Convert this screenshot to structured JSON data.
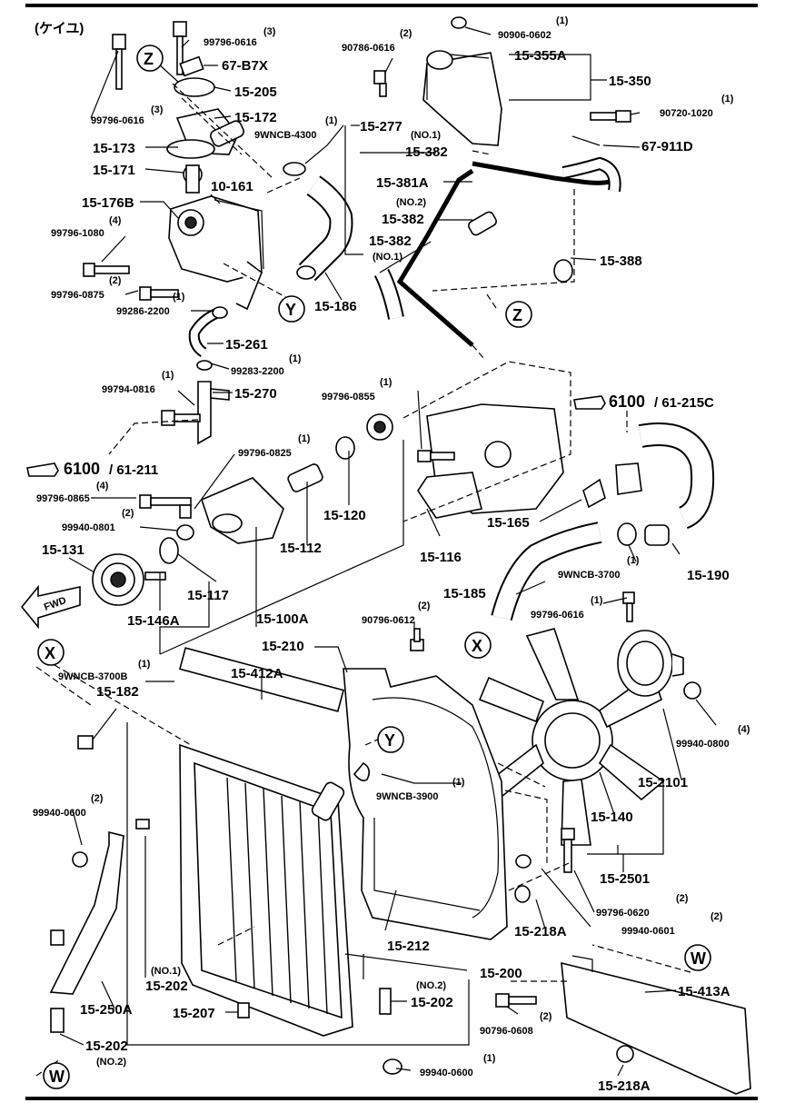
{
  "header_note": "(ケイユ)",
  "circle_refs": {
    "z": "Z",
    "y": "Y",
    "x": "X",
    "w": "W"
  },
  "refs": {
    "ref_6100_left": {
      "main": "6100",
      "sub": "/ 61-211"
    },
    "ref_6100_right": {
      "main": "6100",
      "sub": "/ 61-215C"
    }
  },
  "direction_arrow": "FWD",
  "labels": {
    "p01": "(3)",
    "p02": "99796-0616",
    "p03": "67-B7X",
    "p04": "15-205",
    "p05": "(3)",
    "p06": "99796-0616",
    "p07": "15-172",
    "p08": "15-173",
    "p09": "15-171",
    "p10": "15-176B",
    "p11": "10-161",
    "p12": "(4)",
    "p13": "99796-1080",
    "p14": "(2)",
    "p15": "99796-0875",
    "p16": "(1)",
    "p17": "99286-2200",
    "p18": "15-261",
    "p19": "(1)",
    "p20": "99283-2200",
    "p21": "(1)",
    "p22": "99794-0816",
    "p23": "15-270",
    "p24": "(2)",
    "p25": "90786-0616",
    "p26": "(1)",
    "p27": "90906-0602",
    "p28": "15-355A",
    "p29": "15-350",
    "p30": "(1)",
    "p31": "90720-1020",
    "p32": "67-911D",
    "p33": "(1)",
    "p34": "9WNCB-4300",
    "p35": "15-277",
    "p36": "(NO.1)",
    "p37": "15-382",
    "p38": "15-381A",
    "p39": "(NO.2)",
    "p40": "15-382",
    "p41": "15-382",
    "p42": "(NO.1)",
    "p43": "15-388",
    "p44": "15-186",
    "p45": "(1)",
    "p46": "99796-0825",
    "p47": "(4)",
    "p48": "99796-0865",
    "p49": "(2)",
    "p50": "99940-0801",
    "p51": "15-131",
    "p52": "15-146A",
    "p53": "15-117",
    "p54": "15-112",
    "p55": "15-120",
    "p56": "15-100A",
    "p57": "(1)",
    "p58": "99796-0855",
    "p59": "15-116",
    "p60": "15-165",
    "p61": "15-185",
    "p62": "(1)",
    "p63": "9WNCB-3700",
    "p64": "15-190",
    "p65": "(1)",
    "p66": "99796-0616",
    "p67": "(2)",
    "p68": "90796-0612",
    "p69": "15-210",
    "p70": "15-412A",
    "p71": "(1)",
    "p72": "9WNCB-3700B",
    "p73": "15-182",
    "p74": "(1)",
    "p75": "9WNCB-3900",
    "p76": "(4)",
    "p77": "99940-0800",
    "p78": "15-2101",
    "p79": "15-140",
    "p80": "15-2501",
    "p81": "(2)",
    "p82": "99940-0600",
    "p83": "(2)",
    "p84": "99796-0620",
    "p85": "(2)",
    "p86": "99940-0601",
    "p87": "15-218A",
    "p88": "15-212",
    "p89": "15-200",
    "p90": "(NO.1)",
    "p91": "15-202",
    "p92": "15-207",
    "p93": "(NO.2)",
    "p94": "15-202",
    "p95": "15-413A",
    "p96": "(2)",
    "p97": "90796-0608",
    "p98": "15-250A",
    "p99": "15-202",
    "p100": "(NO.2)",
    "p101": "(1)",
    "p102": "99940-0600",
    "p103": "15-218A"
  }
}
